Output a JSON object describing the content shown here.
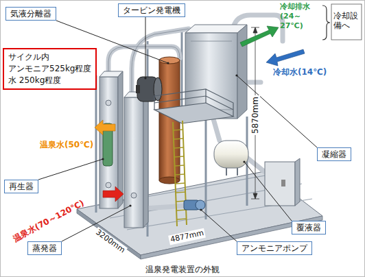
{
  "diagram": {
    "caption": "温泉発電装置の外観",
    "nodes": [
      {
        "text": [
          "気液分離器"
        ]
      },
      {
        "text": [
          "タービン発電機"
        ]
      },
      {
        "text": [
          "サイクル内",
          "アンモニア525kg程度",
          "水 250kg程度"
        ]
      },
      {
        "text": [
          "凝縮器"
        ]
      },
      {
        "text": [
          "再生器"
        ]
      },
      {
        "text": [
          "蒸発器"
        ]
      },
      {
        "text": [
          "覆液器"
        ]
      },
      {
        "text": [
          "アンモニアポンプ"
        ]
      }
    ],
    "labels": [
      "冷却排水 (24～27℃)",
      "冷却設備へ",
      "冷却水(14℃)",
      "5870mm",
      "温泉水(50℃)",
      "温泉水(70～120℃)",
      "3200mm",
      "4877mm"
    ]
  }
}
